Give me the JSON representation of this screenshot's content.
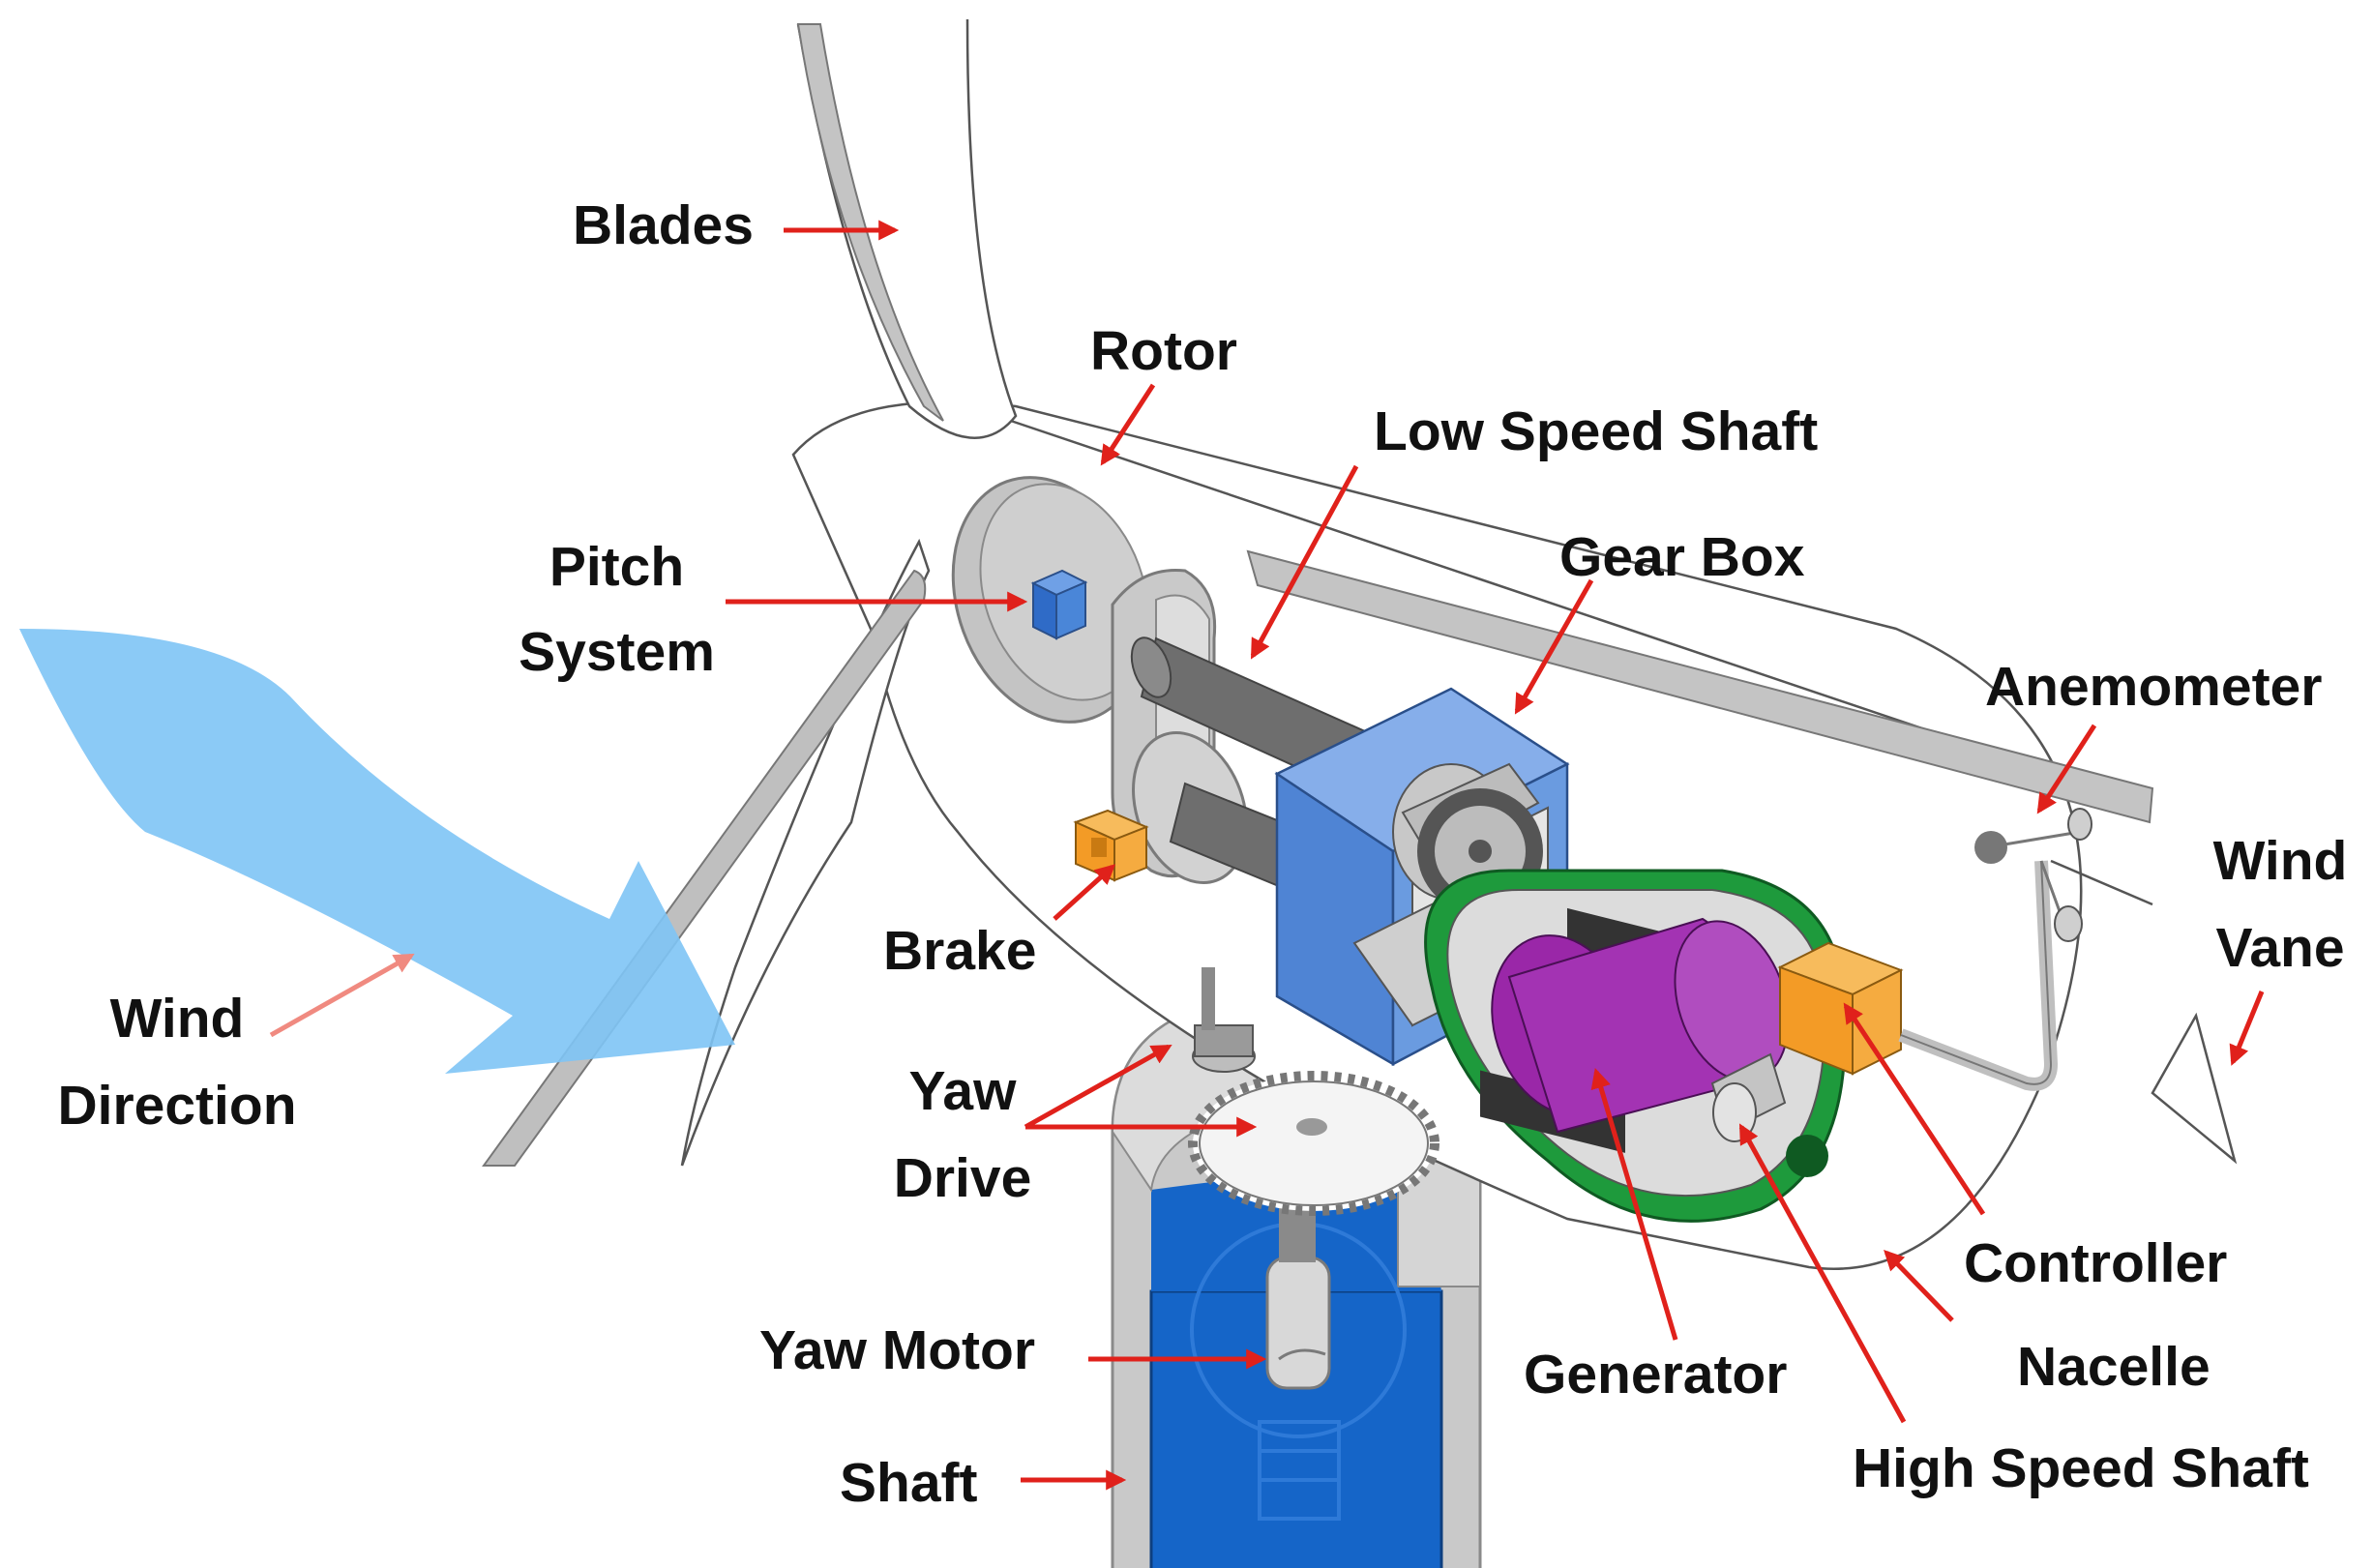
{
  "labels": {
    "blades": "Blades",
    "rotor": "Rotor",
    "low_speed_shaft": "Low Speed Shaft",
    "gear_box": "Gear Box",
    "pitch_system": [
      "Pitch",
      "System"
    ],
    "anemometer": "Anemometer",
    "wind_vane": [
      "Wind",
      "Vane"
    ],
    "brake": "Brake",
    "wind_direction": [
      "Wind",
      "Direction"
    ],
    "yaw_drive": [
      "Yaw",
      "Drive"
    ],
    "controller": "Controller",
    "nacelle": "Nacelle",
    "yaw_motor": "Yaw Motor",
    "generator": "Generator",
    "shaft": "Shaft",
    "high_speed_shaft": "High Speed Shaft"
  },
  "colors": {
    "arrow_red": "#e0211b",
    "wind_arrow": "#7ec4f5",
    "gearbox_blue": "#4f84d4",
    "gearbox_front": "#6a9be0",
    "tower_blue": "#1565c8",
    "generator_green": "#1e9a3c",
    "generator_purple": "#9a27a8",
    "component_orange": "#f5a030",
    "pitch_blue": "#4a86d8",
    "metal_grey": "#c4c4c4",
    "shaft_grey": "#6e6e6e"
  }
}
